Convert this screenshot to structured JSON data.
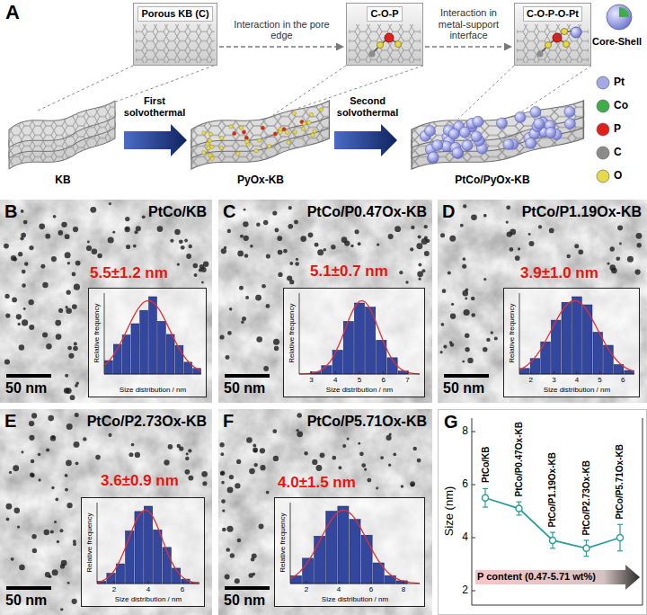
{
  "diagram": {
    "nodes": [
      {
        "text": [
          "Porous KB (C)"
        ]
      },
      {
        "text": [
          "C-O-P"
        ]
      },
      {
        "text": [
          "C-O-P-O-Pt"
        ]
      },
      {
        "text": [
          "B",
          "PtCo/KB",
          "5.5±1.2 nm",
          "50 nm"
        ]
      },
      {
        "text": [
          "Relative frequency",
          "Size distribution / nm"
        ],
        "in": 3
      },
      {
        "text": [
          "C",
          "PtCo/P0.47Ox-KB",
          "5.1±0.7 nm",
          "50 nm"
        ]
      },
      {
        "text": [
          "Relative frequency",
          "Size distribution / nm",
          "3",
          "4",
          "5",
          "6",
          "7"
        ],
        "in": 5
      },
      {
        "text": [
          "D",
          "PtCo/P1.19Ox-KB",
          "3.9±1.0 nm",
          "50 nm"
        ]
      },
      {
        "text": [
          "Relative frequency",
          "Size distribution / nm",
          "2",
          "3",
          "4",
          "5",
          "6"
        ],
        "in": 7
      },
      {
        "text": [
          "E",
          "PtCo/P2.73Ox-KB",
          "3.6±0.9 nm",
          "50 nm"
        ]
      },
      {
        "text": [
          "Relative frequency",
          "Size distribution / nm",
          "2",
          "4",
          "6"
        ],
        "in": 9
      },
      {
        "text": [
          "F",
          "PtCo/P5.71Ox-KB",
          "4.0±1.5 nm",
          "50 nm"
        ]
      },
      {
        "text": [
          "Relative frequency",
          "Size distribution / nm",
          "2",
          "4",
          "6",
          "8"
        ],
        "in": 11
      },
      {
        "text": [
          "G",
          "Size (nm)",
          "8",
          "6",
          "4",
          "2",
          "PtCo/KB",
          "PtCo/P0.47Ox-KB",
          "PtCo/P1.19Ox-KB",
          "PtCo/P2.73Ox-KB",
          "PtCo/P5.71Ox-KB",
          "P content (0.47-5.71 wt%)"
        ]
      }
    ],
    "edges": [
      {
        "from": 0,
        "to": 1,
        "arrow": "to",
        "label": "Interaction in the pore edge"
      },
      {
        "from": 1,
        "to": 2,
        "arrow": "to",
        "label": "Interaction in metal-support interface"
      }
    ],
    "labels": [
      "A",
      "KB",
      "PyOx-KB",
      "PtCo/PyOx-KB",
      "First solvothermal",
      "Second solvothermal"
    ],
    "legend": [
      {
        "text": "Core-Shell"
      },
      {
        "text": "Pt",
        "color": "#a3a8e8"
      },
      {
        "text": "Co",
        "color": "#3fae49"
      },
      {
        "text": "P",
        "color": "#e0201b"
      },
      {
        "text": "C",
        "color": "#8c8c8c"
      },
      {
        "text": "O",
        "color": "#e8d94a"
      }
    ]
  }
}
